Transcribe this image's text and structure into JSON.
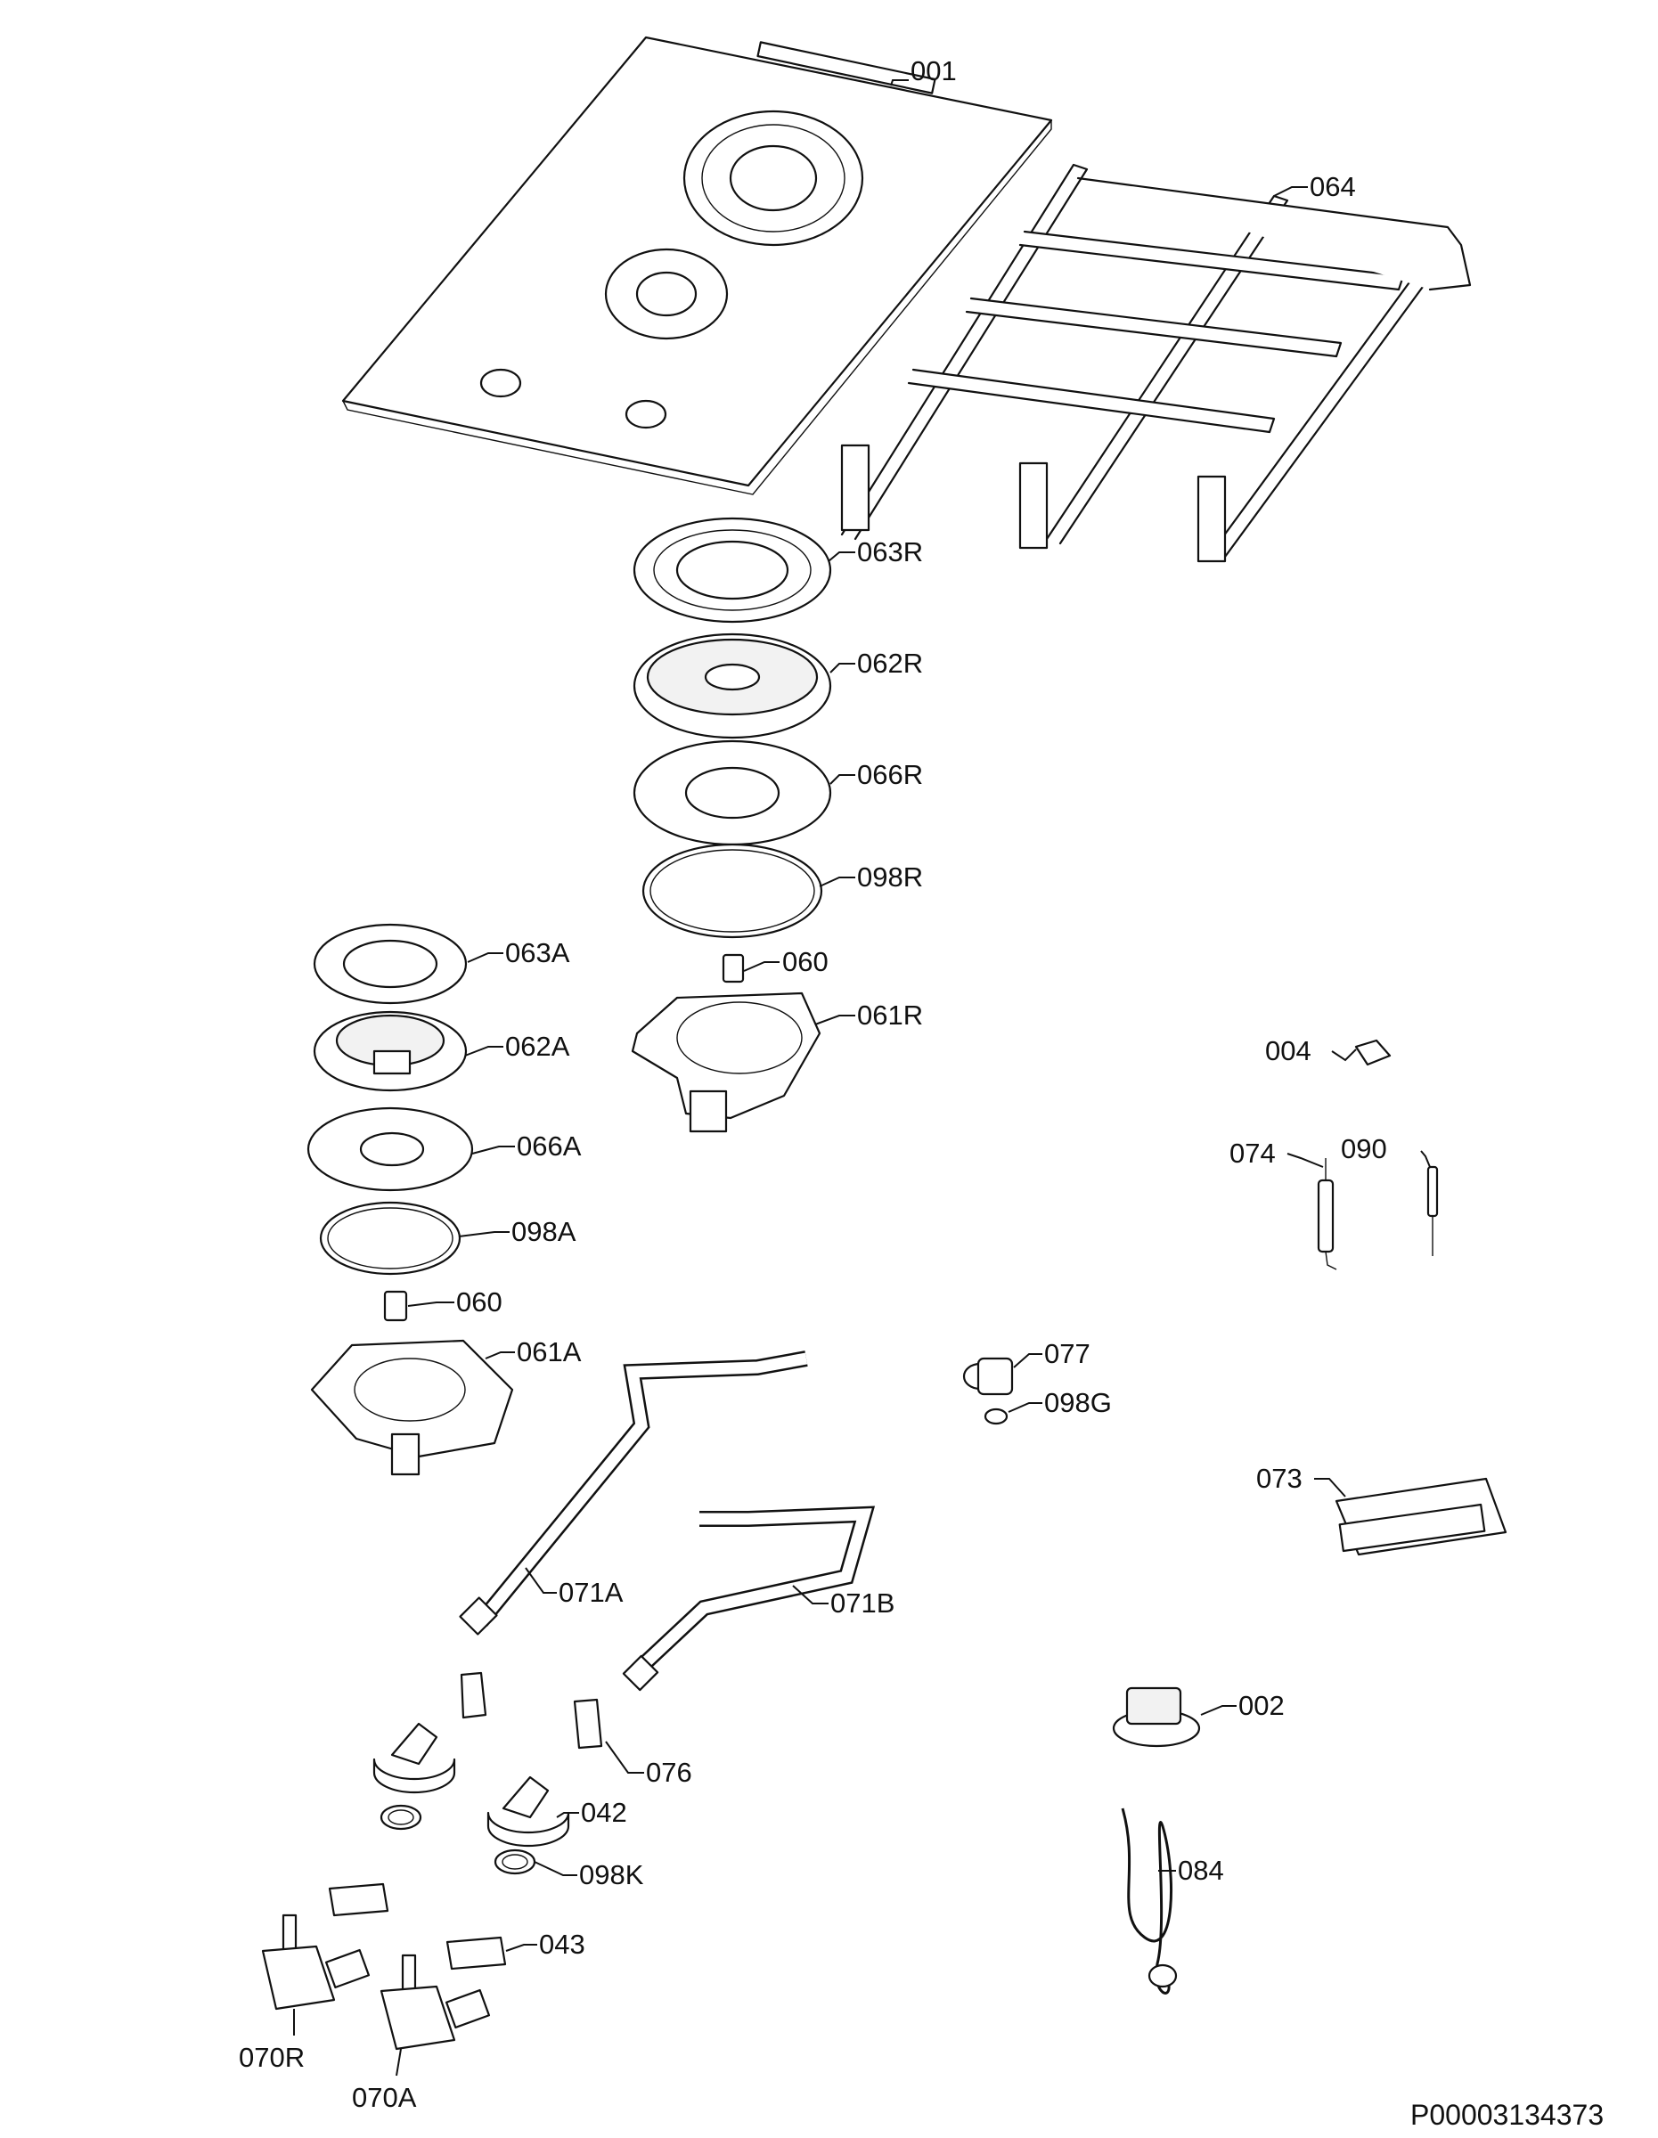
{
  "diagram": {
    "reference_code": "P00003134373",
    "labels": {
      "l001": "001",
      "l064": "064",
      "l063R": "063R",
      "l062R": "062R",
      "l066R": "066R",
      "l098R": "098R",
      "l060a": "060",
      "l061R": "061R",
      "l063A": "063A",
      "l062A": "062A",
      "l066A": "066A",
      "l098A": "098A",
      "l060b": "060",
      "l061A": "061A",
      "l004": "004",
      "l074": "074",
      "l090": "090",
      "l077": "077",
      "l098G": "098G",
      "l073": "073",
      "l071A": "071A",
      "l071B": "071B",
      "l002": "002",
      "l076": "076",
      "l042": "042",
      "l098K": "098K",
      "l084": "084",
      "l043": "043",
      "l070R": "070R",
      "l070A": "070A"
    }
  }
}
